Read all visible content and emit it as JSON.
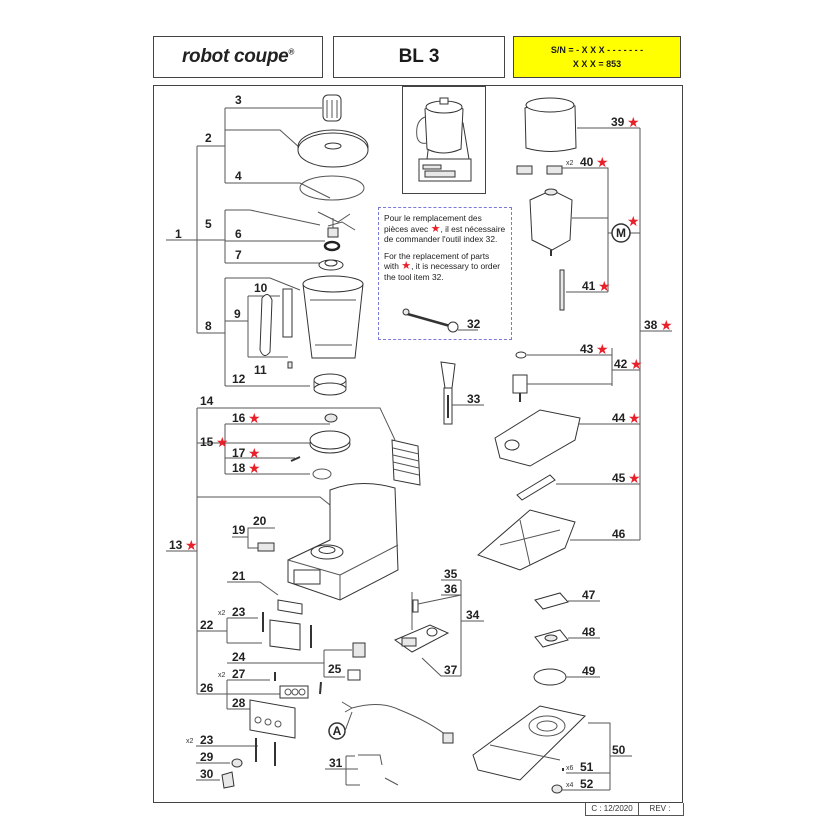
{
  "header": {
    "brand": "robot coupe",
    "brand_mark": "®",
    "model": "BL 3",
    "serial_line1": "S/N = - X X X - - - - - - -",
    "serial_line2": "X X X = 853",
    "serial_bg": "#ffff00"
  },
  "note": {
    "fr_before": "Pour le remplacement des pièces avec",
    "fr_after": ", il est nécessaire de commander l'outil index 32.",
    "en_before": "For the replacement of parts with",
    "en_after": ", it is necessary to order the tool item 32.",
    "star": "★",
    "star_color": "#e8202a"
  },
  "callouts": [
    {
      "id": "1",
      "star": false
    },
    {
      "id": "2",
      "star": false
    },
    {
      "id": "3",
      "star": false
    },
    {
      "id": "4",
      "star": false
    },
    {
      "id": "5",
      "star": false
    },
    {
      "id": "6",
      "star": false
    },
    {
      "id": "7",
      "star": false
    },
    {
      "id": "8",
      "star": false
    },
    {
      "id": "9",
      "star": false
    },
    {
      "id": "10",
      "star": false
    },
    {
      "id": "11",
      "star": false
    },
    {
      "id": "12",
      "star": false
    },
    {
      "id": "13",
      "star": true
    },
    {
      "id": "14",
      "star": false
    },
    {
      "id": "15",
      "star": true
    },
    {
      "id": "16",
      "star": true
    },
    {
      "id": "17",
      "star": true
    },
    {
      "id": "18",
      "star": true
    },
    {
      "id": "19",
      "star": false
    },
    {
      "id": "20",
      "star": false
    },
    {
      "id": "21",
      "star": false
    },
    {
      "id": "22",
      "star": false
    },
    {
      "id": "23",
      "star": false,
      "qty": "x2"
    },
    {
      "id": "24",
      "star": false
    },
    {
      "id": "25",
      "star": false
    },
    {
      "id": "26",
      "star": false
    },
    {
      "id": "27",
      "star": false,
      "qty": "x2"
    },
    {
      "id": "28",
      "star": false
    },
    {
      "id": "23b",
      "label": "23",
      "star": false,
      "qty": "x2"
    },
    {
      "id": "29",
      "star": false
    },
    {
      "id": "30",
      "star": false
    },
    {
      "id": "31",
      "star": false
    },
    {
      "id": "32",
      "star": false
    },
    {
      "id": "33",
      "star": false
    },
    {
      "id": "34",
      "star": false
    },
    {
      "id": "35",
      "star": false
    },
    {
      "id": "36",
      "star": false
    },
    {
      "id": "37",
      "star": false
    },
    {
      "id": "38",
      "star": true
    },
    {
      "id": "39",
      "star": true
    },
    {
      "id": "40",
      "star": true,
      "qty": "x2"
    },
    {
      "id": "41",
      "star": true
    },
    {
      "id": "42",
      "star": true
    },
    {
      "id": "43",
      "star": true
    },
    {
      "id": "44",
      "star": true
    },
    {
      "id": "45",
      "star": true
    },
    {
      "id": "46",
      "star": false
    },
    {
      "id": "47",
      "star": false
    },
    {
      "id": "48",
      "star": false
    },
    {
      "id": "49",
      "star": false
    },
    {
      "id": "50",
      "star": false
    },
    {
      "id": "51",
      "star": false,
      "qty": "x6"
    },
    {
      "id": "52",
      "star": false,
      "qty": "x4"
    }
  ],
  "symbols": {
    "motor": "M",
    "motor_star": true,
    "cable": "A"
  },
  "footer": {
    "date": "C : 12/2020",
    "rev": "REV :"
  }
}
